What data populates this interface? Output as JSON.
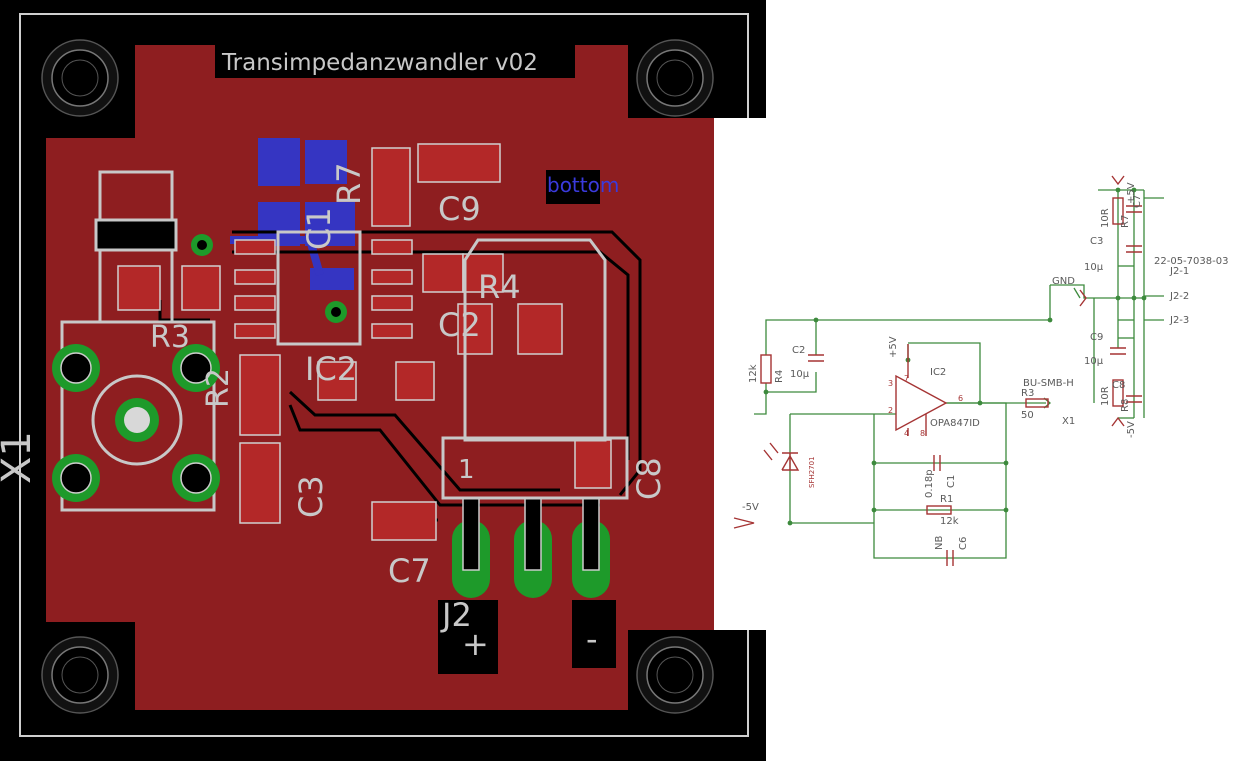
{
  "pcb": {
    "title": "Transimpedanzwandler v02",
    "bottom_label": "bottom",
    "labels": {
      "x1": "X1",
      "r3": "R3",
      "r2": "R2",
      "ic2": "IC2",
      "c9": "C9",
      "r4": "R4",
      "c2": "C2",
      "c3": "C3",
      "c8": "C8",
      "c7": "C7",
      "c1": "C1",
      "j2": "J2",
      "r7": "R7"
    },
    "header_pins": [
      "1",
      "+",
      "-"
    ]
  },
  "schematic": {
    "ic_name": "IC2",
    "ic_value": "OPA847ID",
    "pins": [
      "7",
      "3",
      "2",
      "4",
      "6",
      "8"
    ],
    "supply_pos": "+5V",
    "supply_neg": "-5V",
    "c2": {
      "name": "C2",
      "value": "10µ"
    },
    "r4": {
      "name": "R4",
      "value": "12k"
    },
    "r3": {
      "name": "R3",
      "value": "50"
    },
    "connector_name": "BU-SMB-H",
    "connector_ref": "X1",
    "photodiode": "SFH2701",
    "c1": {
      "name": "C1",
      "value": "0.18p"
    },
    "r1": {
      "name": "R1",
      "value": "12k"
    },
    "c6": {
      "name": "C6",
      "value": "NB"
    },
    "gnd": "GND",
    "right": {
      "c7": "C7",
      "r7": "R7",
      "r7_value": "10R",
      "c3": "C3",
      "c3_value": "10µ",
      "c9": "C9",
      "c9_value": "10µ",
      "c8": "C8",
      "r8": "R8",
      "r8_value": "10R",
      "plus5": "+5V",
      "minus5": "-5V",
      "part_no": "22-05-7038-03",
      "j21": "J2-1",
      "j22": "J2-2",
      "j23": "J2-3"
    }
  },
  "colors": {
    "board_bg": "#000000",
    "copper_top": "#8e1e20",
    "copper_bottom": "#3535c2",
    "via_green": "#1e9a2a",
    "silkscreen": "#c8c8c8",
    "schematic_net": "#3d8a3d",
    "schematic_part": "#a53434"
  }
}
